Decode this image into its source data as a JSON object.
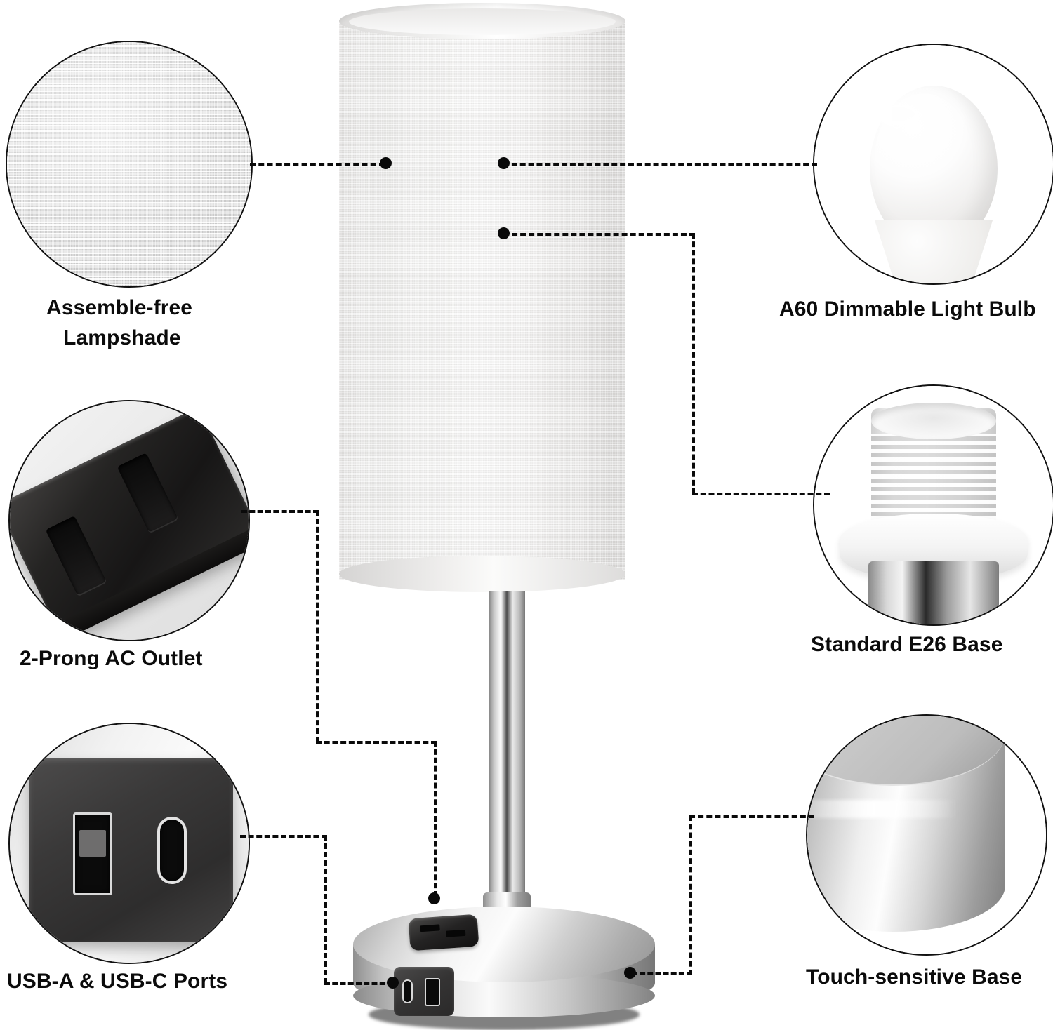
{
  "image": {
    "subject": "Table lamp feature callout diagram",
    "background_color": "#ffffff",
    "line_color": "#0a0a0a",
    "chrome_color": "#c8c8c8",
    "shade_color": "#f6f5f4"
  },
  "callouts": [
    {
      "id": "lampshade",
      "label": "Assemble-free\nLampshade",
      "label_line1": "Assemble-free",
      "label_line2": "Lampshade",
      "icon": "fabric-swatch-icon",
      "side": "left",
      "detail": "Woven white linen fabric macro"
    },
    {
      "id": "ac-outlet",
      "label": "2-Prong AC Outlet",
      "icon": "ac-outlet-icon",
      "side": "left",
      "detail": "Black two-slot AC power outlet"
    },
    {
      "id": "usb-ports",
      "label": "USB-A & USB-C Ports",
      "icon": "usb-ports-icon",
      "side": "left",
      "detail": "Dark plate with USB-A and USB-C sockets"
    },
    {
      "id": "light-bulb",
      "label": "A60 Dimmable Light Bulb",
      "icon": "light-bulb-icon",
      "side": "right",
      "detail": "Frosted A60 LED bulb with screw base"
    },
    {
      "id": "e26-base",
      "label": "Standard E26 Base",
      "icon": "lamp-socket-icon",
      "side": "right",
      "detail": "White threaded E26 socket on chrome body"
    },
    {
      "id": "touch-base",
      "label": "Touch-sensitive Base",
      "icon": "chrome-base-icon",
      "side": "right",
      "detail": "Polished chrome cylindrical lamp base"
    }
  ]
}
